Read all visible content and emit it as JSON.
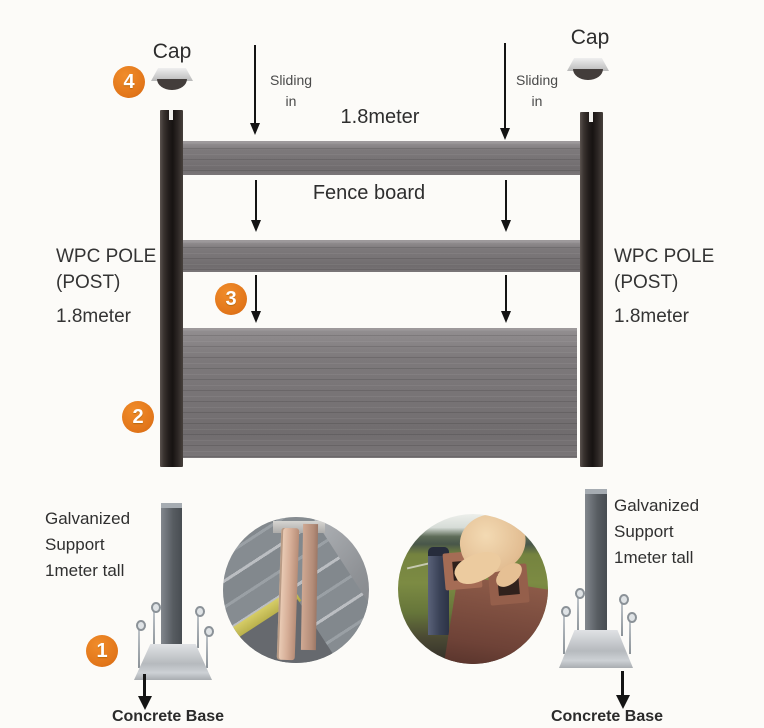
{
  "colors": {
    "accent_orange": "#e2761a",
    "board_gray": "#7b7779",
    "post_dark": "#241f1e",
    "steel_gray": "#5c6166",
    "arrow_black": "#141414",
    "text_dark": "#3a3a3a",
    "background": "#fcfbf8"
  },
  "steps": {
    "s1": "1",
    "s2": "2",
    "s3": "3",
    "s4": "4"
  },
  "top": {
    "cap_left_label": "Cap",
    "cap_right_label": "Cap",
    "sliding_left_line1": "Sliding",
    "sliding_left_line2": "in",
    "sliding_right_line1": "Sliding",
    "sliding_right_line2": "in",
    "board_length_label": "1.8meter",
    "fence_board_label": "Fence board"
  },
  "poles": {
    "left_name": "WPC POLE",
    "left_type": "(POST)",
    "left_height": "1.8meter",
    "right_name": "WPC POLE",
    "right_type": "(POST)",
    "right_height": "1.8meter"
  },
  "supports": {
    "left_line1": "Galvanized",
    "left_line2": "Support",
    "left_line3": "1meter tall",
    "right_line1": "Galvanized",
    "right_line2": "Support",
    "right_line3": "1meter tall",
    "left_base_label": "Concrete Base",
    "right_base_label": "Concrete Base"
  }
}
